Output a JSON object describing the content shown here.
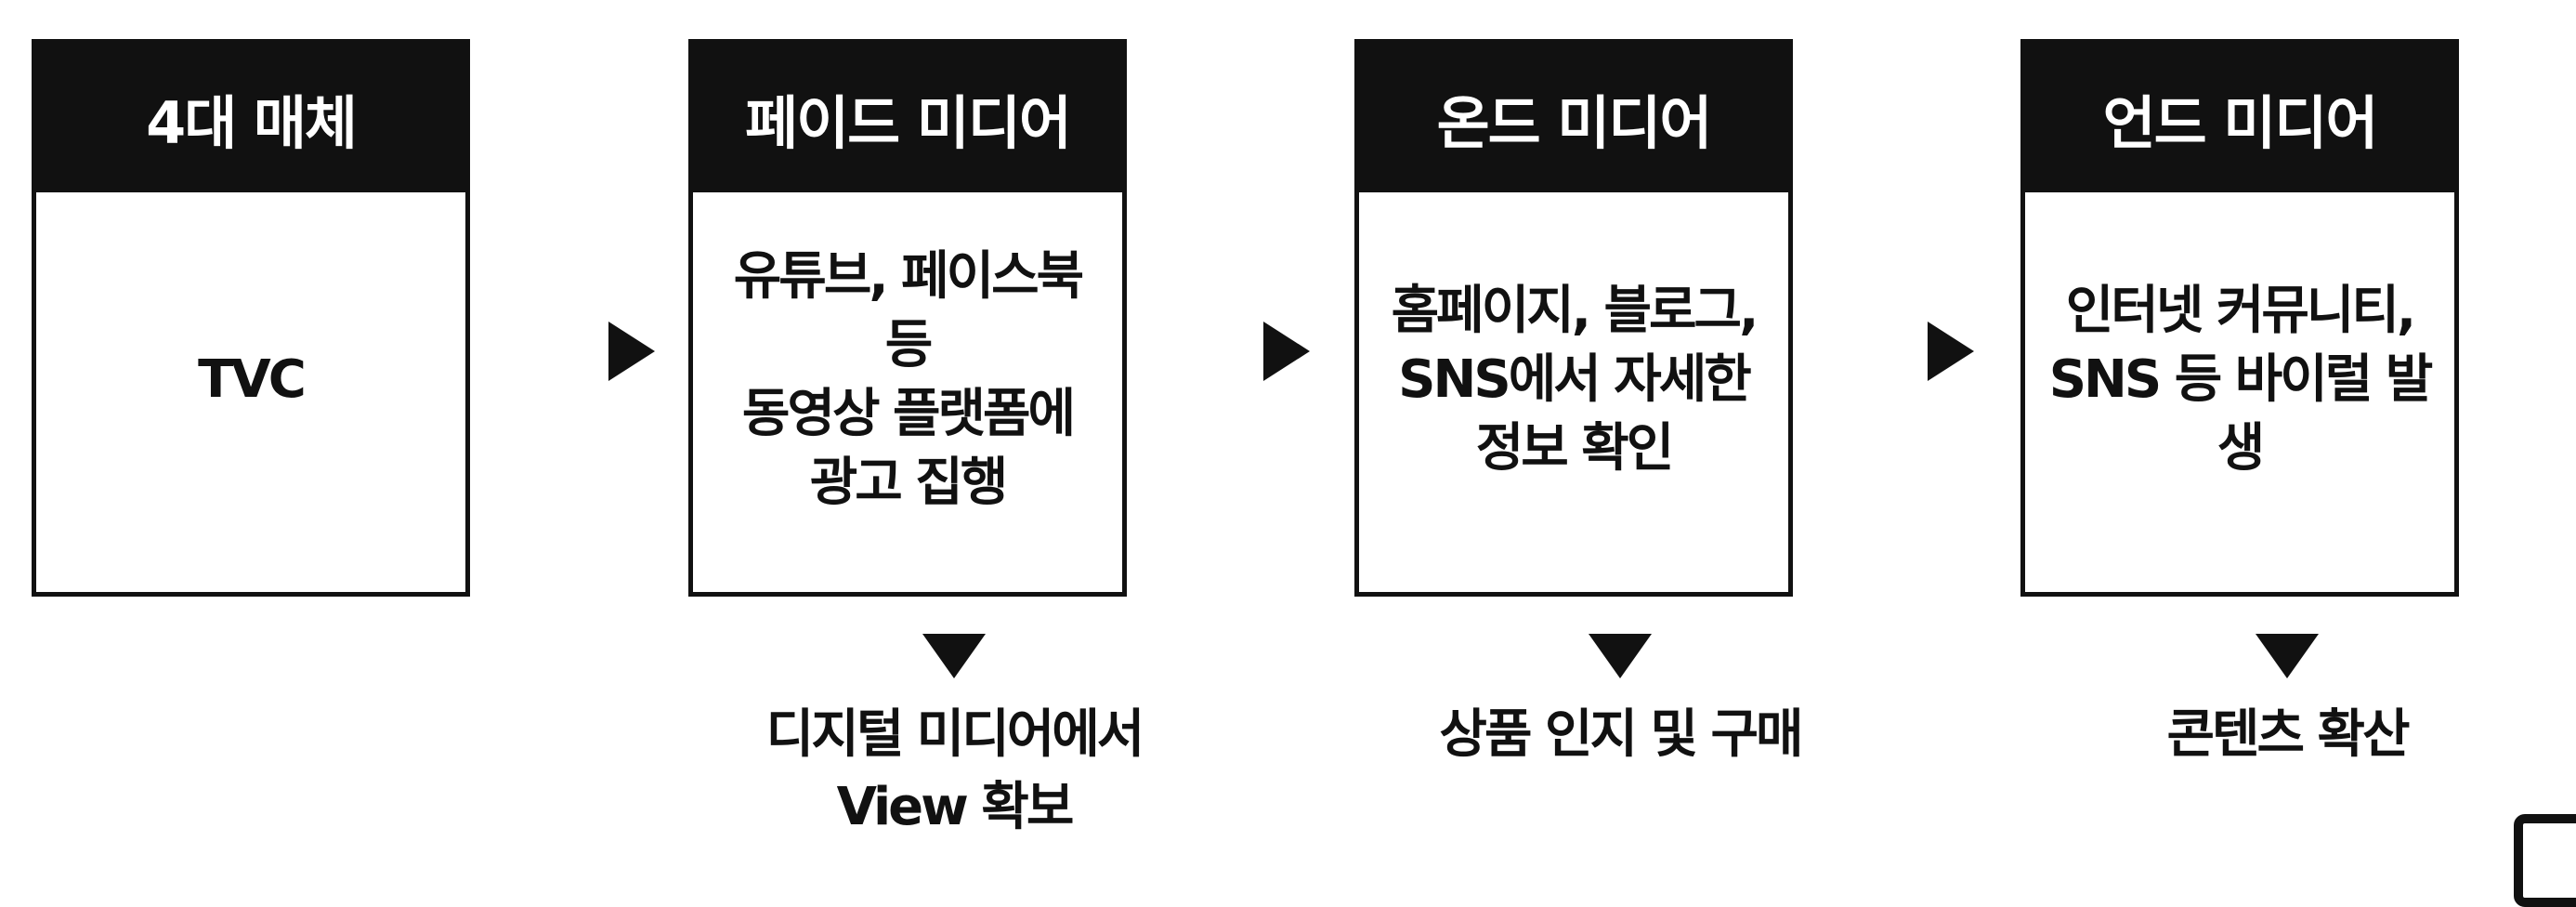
{
  "stages": [
    {
      "title": "4대 매체",
      "body": "TVC"
    },
    {
      "title": "페이드 미디어",
      "body": "유튜브, 페이스북 등\n동영상 플랫폼에\n광고 집행"
    },
    {
      "title": "온드 미디어",
      "body": "홈페이지, 블로그,\nSNS에서 자세한\n정보 확인"
    },
    {
      "title": "언드 미디어",
      "body": "인터넷 커뮤니티,\nSNS 등 바이럴 발생"
    }
  ],
  "results": [
    "디지털 미디어에서\nView 확보",
    "상품 인지 및 구매",
    "콘텐츠 확산"
  ],
  "colors": {
    "ink": "#111111",
    "background": "#ffffff",
    "header_text": "#ffffff"
  }
}
